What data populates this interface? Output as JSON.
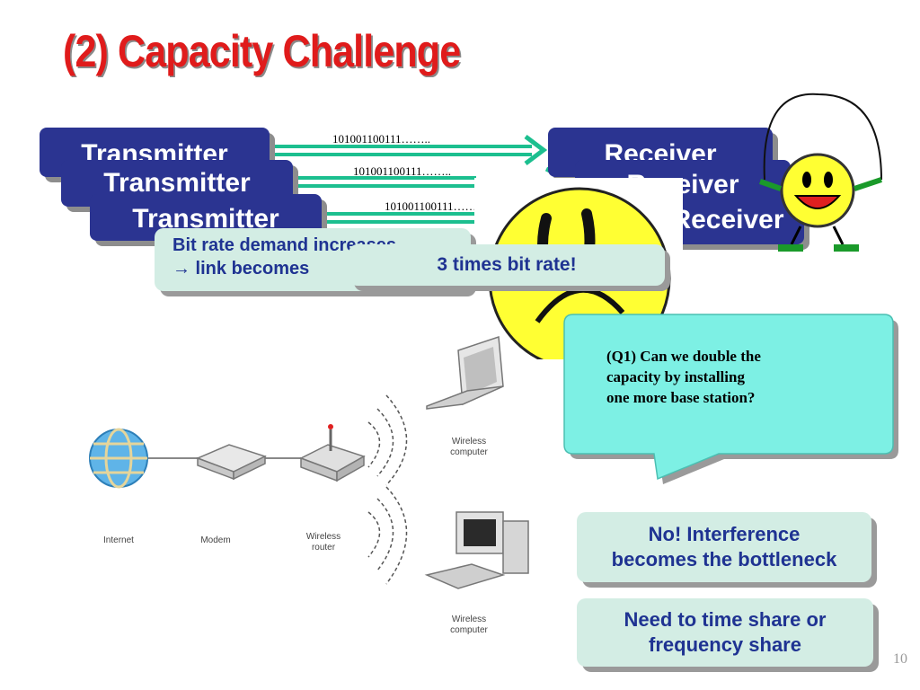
{
  "slide": {
    "title": "(2) Capacity Challenge",
    "page_number": "10"
  },
  "links": {
    "transmitter_label": "Transmitter",
    "receiver_label": "Receiver",
    "bitstream_1": "101001100111……..",
    "bitstream_2": "101001100111……..",
    "bitstream_3": "101001100111……"
  },
  "notes": {
    "demand_line1": "Bit rate demand increases",
    "demand_line2": "→ link becomes",
    "triple_rate": "3 times bit rate!"
  },
  "network": {
    "internet": "Internet",
    "modem": "Modem",
    "router_line1": "Wireless",
    "router_line2": "router",
    "computer_line1": "Wireless",
    "computer_line2": "computer"
  },
  "callout": {
    "line1": "(Q1) Can we double the",
    "line2": "capacity by installing",
    "line3": "one more base station?"
  },
  "answers": {
    "interference_line1": "No! Interference",
    "interference_line2": "becomes the bottleneck",
    "share_line1": "Need to time share or",
    "share_line2": "frequency share"
  },
  "colors": {
    "title_red": "#e01b1b",
    "navy_box": "#2b3491",
    "link_green": "#1cbf8f",
    "mint_box": "#d3ede4",
    "callout_fill": "#7df0e4",
    "smiley_yellow": "#ffff33"
  },
  "icons": [
    "globe-icon",
    "modem-icon",
    "router-icon",
    "laptop-icon",
    "desktop-computer-icon",
    "sad-face-icon",
    "jumping-smiley-icon"
  ]
}
